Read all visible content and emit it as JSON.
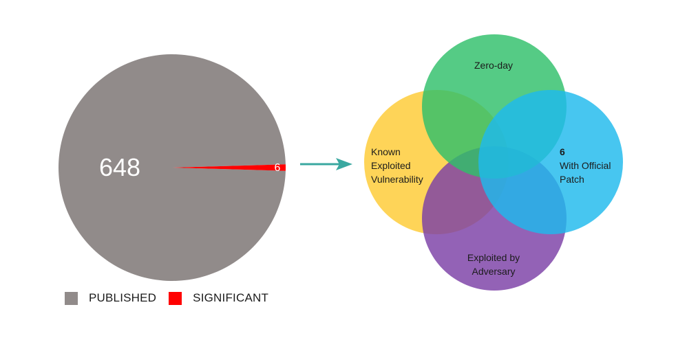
{
  "chart_data": [
    {
      "type": "pie",
      "slices": [
        {
          "label": "PUBLISHED",
          "value": 648,
          "color": "#918b8a"
        },
        {
          "label": "SIGNIFICANT",
          "value": 6,
          "color": "#ff0000"
        }
      ],
      "data_labels": [
        "648",
        "6"
      ],
      "legend": {
        "placement": "bottom-left",
        "entries": [
          "PUBLISHED",
          "SIGNIFICANT"
        ]
      }
    },
    {
      "type": "venn",
      "sets": [
        {
          "name": "Zero-day",
          "label_lines": [
            "Zero-day"
          ],
          "color": "#2fc06a"
        },
        {
          "name": "Known Exploited Vulnerability",
          "label_lines": [
            "Known",
            "Exploited",
            "Vulnerability"
          ],
          "color": "#fecb33"
        },
        {
          "name": "With Official Patch",
          "label_lines": [
            "6",
            "With Official",
            "Patch"
          ],
          "color": "#1eb9ed"
        },
        {
          "name": "Exploited by Adversary",
          "label_lines": [
            "Exploited by",
            "Adversary"
          ],
          "color": "#7b40a6"
        }
      ]
    }
  ],
  "connector": {
    "icon": "arrow-right-icon",
    "color": "#3aa8a0"
  }
}
